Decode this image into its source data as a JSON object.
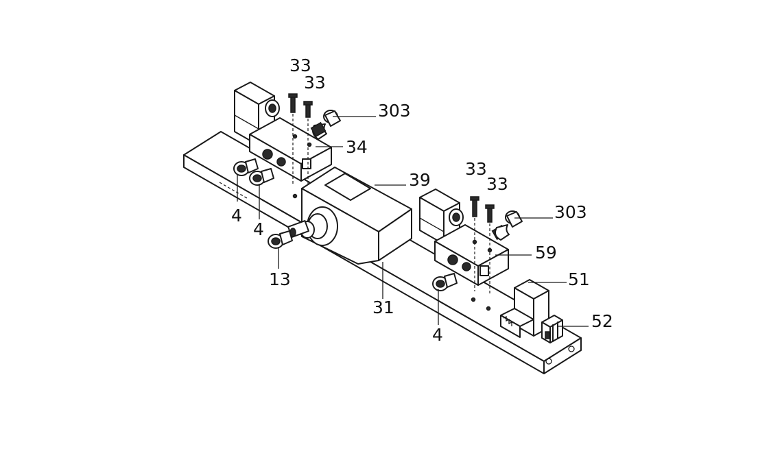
{
  "labels": {
    "l33a": "33",
    "l33b": "33",
    "l303a": "303",
    "l34": "34",
    "l39": "39",
    "l4a": "4",
    "l4b": "4",
    "l13": "13",
    "l31": "31",
    "l33c": "33",
    "l33d": "33",
    "l303b": "303",
    "l59": "59",
    "l51": "51",
    "l52": "52",
    "l4c": "4"
  }
}
